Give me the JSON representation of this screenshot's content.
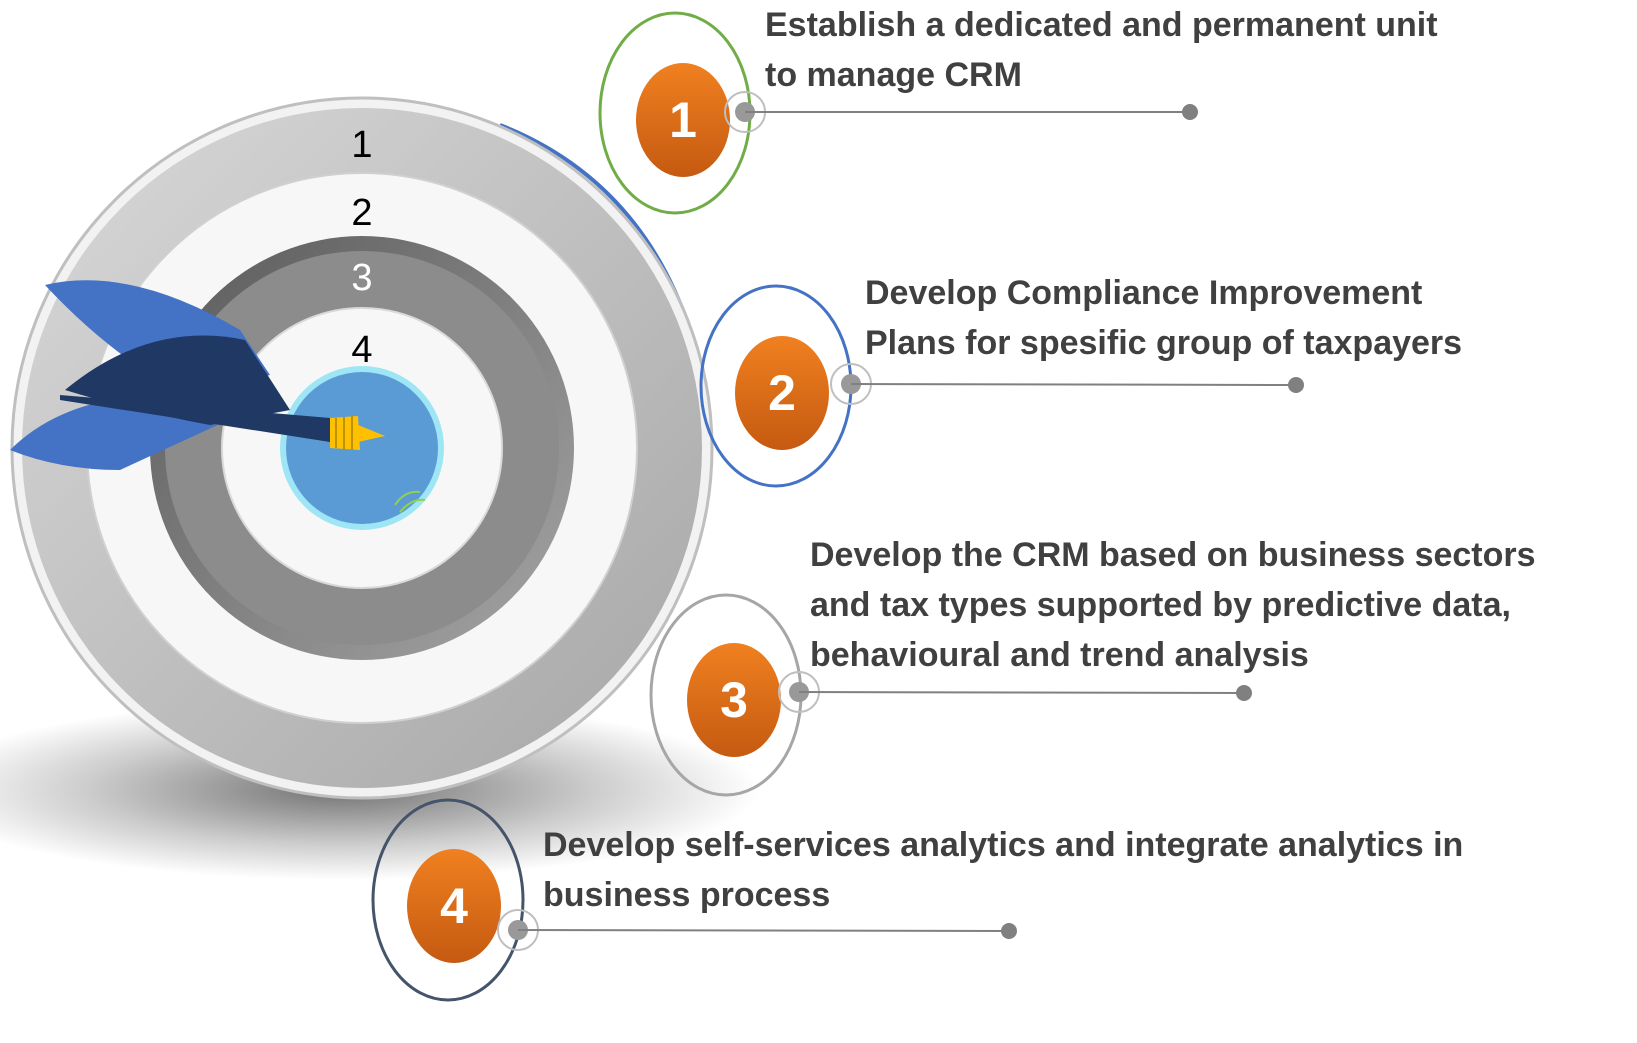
{
  "rings": [
    "1",
    "2",
    "3",
    "4"
  ],
  "steps": [
    {
      "number": "1",
      "line1": "Establish a dedicated and permanent unit",
      "line2": "to manage CRM",
      "line3": "",
      "outline_color": "#70ad47"
    },
    {
      "number": "2",
      "line1": "Develop Compliance Improvement",
      "line2": "Plans for spesific group of taxpayers",
      "line3": "",
      "outline_color": "#4472c4"
    },
    {
      "number": "3",
      "line1": "Develop the CRM based on business sectors",
      "line2": "and tax types supported by predictive data,",
      "line3": "behavioural and trend analysis",
      "outline_color": "#a6a6a6"
    },
    {
      "number": "4",
      "line1": "Develop self-services analytics and integrate analytics in",
      "line2": "business process",
      "line3": "",
      "outline_color": "#44546a"
    }
  ],
  "colors": {
    "badge": "#e46c0a",
    "text": "#404040",
    "connector": "#808080",
    "bullseye": "#5b9bd5",
    "dart_light": "#4472c4",
    "dart_dark": "#1f3864",
    "dart_tip": "#ffc000"
  },
  "icons": [
    "dart-icon",
    "bullseye-icon"
  ]
}
